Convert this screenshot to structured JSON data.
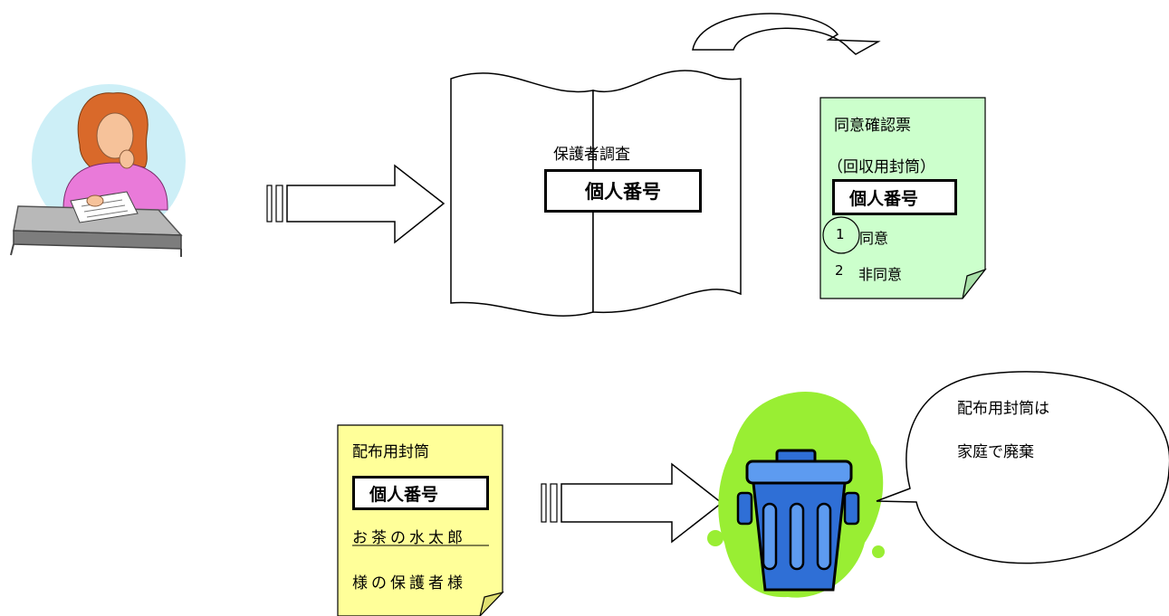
{
  "survey": {
    "title": "保護者調査",
    "id_label": "個人番号"
  },
  "consent": {
    "title": "同意確認票",
    "subtitle": "（回収用封筒）",
    "id_label": "個人番号",
    "option1_num": "1",
    "option1_text": "同意",
    "option2_num": "2",
    "option2_text": "非同意"
  },
  "envelope": {
    "title": "配布用封筒",
    "id_label": "個人番号",
    "name_line": "お茶の水太郎",
    "guardian_line": "様の保護者様"
  },
  "bubble": {
    "line1": "配布用封筒は",
    "line2": "家庭で廃棄"
  },
  "colors": {
    "consent_fill": "#ccffcc",
    "envelope_fill": "#ffff99",
    "trash_blue": "#2f6fd6",
    "trash_green": "#99ee33",
    "person_circle": "#cdeff7",
    "person_shirt": "#e97ad9"
  },
  "icons": [
    "person-at-desk-icon",
    "block-arrow-icon",
    "curved-arrow-icon",
    "trash-can-icon"
  ]
}
